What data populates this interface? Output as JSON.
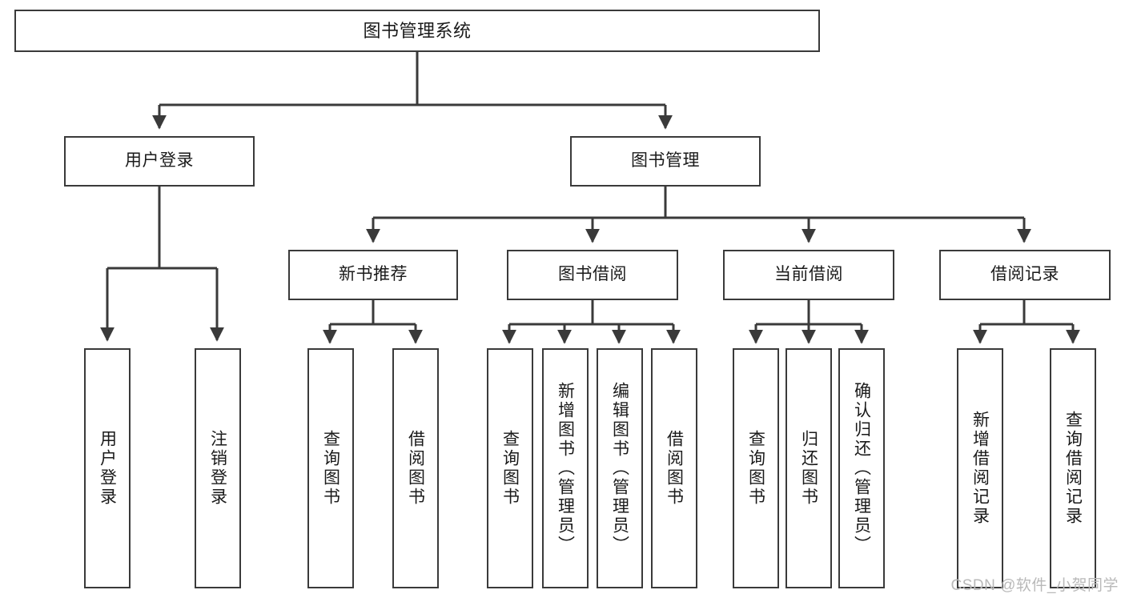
{
  "diagram": {
    "type": "tree-hierarchy",
    "title": "图书管理系统",
    "watermark": "CSDN @软件_小贺同学",
    "colors": {
      "box_border": "#3a3a3a",
      "box_fill": "#ffffff",
      "connector": "#3a3a3a",
      "text": "#1a1a1a",
      "watermark": "#b9b9b9",
      "background": "#ffffff"
    },
    "nodes": {
      "root": {
        "label": "图书管理系统"
      },
      "level2": [
        {
          "label": "用户登录"
        },
        {
          "label": "图书管理"
        }
      ],
      "level3": [
        {
          "label": "新书推荐"
        },
        {
          "label": "图书借阅"
        },
        {
          "label": "当前借阅"
        },
        {
          "label": "借阅记录"
        }
      ],
      "leaves": {
        "user_login": [
          {
            "label": "用户登录"
          },
          {
            "label": "注销登录"
          }
        ],
        "new_book_recommend": [
          {
            "label": "查询图书"
          },
          {
            "label": "借阅图书"
          }
        ],
        "book_borrow": [
          {
            "label": "查询图书"
          },
          {
            "label": "新增图书（管理员）"
          },
          {
            "label": "编辑图书（管理员）"
          },
          {
            "label": "借阅图书"
          }
        ],
        "current_borrow": [
          {
            "label": "查询图书"
          },
          {
            "label": "归还图书"
          },
          {
            "label": "确认归还（管理员）"
          }
        ],
        "borrow_record": [
          {
            "label": "新增借阅记录"
          },
          {
            "label": "查询借阅记录"
          }
        ]
      }
    }
  }
}
